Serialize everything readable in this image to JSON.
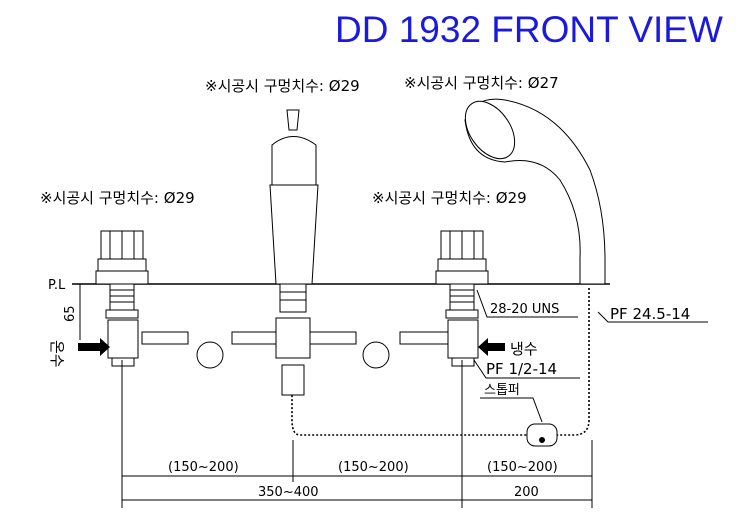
{
  "title": "DD 1932 FRONT VIEW",
  "hole_notes": {
    "spout": "※시공시 구멍치수: Ø29",
    "handshower": "※시공시 구멍치수: Ø27",
    "left_valve": "※시공시 구멍치수: Ø29",
    "right_valve": "※시공시 구멍치수: Ø29"
  },
  "labels": {
    "pl": "P.L",
    "height_65": "65",
    "hot_water": "온수",
    "cold_water": "냉수",
    "thread_uns": "28-20 UNS",
    "thread_hose": "PF 24.5-14",
    "thread_inlet": "PF 1/2-14",
    "stopper": "스톱퍼"
  },
  "dimensions": {
    "left_spacing": "(150~200)",
    "right_spacing": "(150~200)",
    "shower_spacing": "(150~200)",
    "total_span": "350~400",
    "shower_offset": "200"
  },
  "colors": {
    "title": "#1a1adc"
  }
}
